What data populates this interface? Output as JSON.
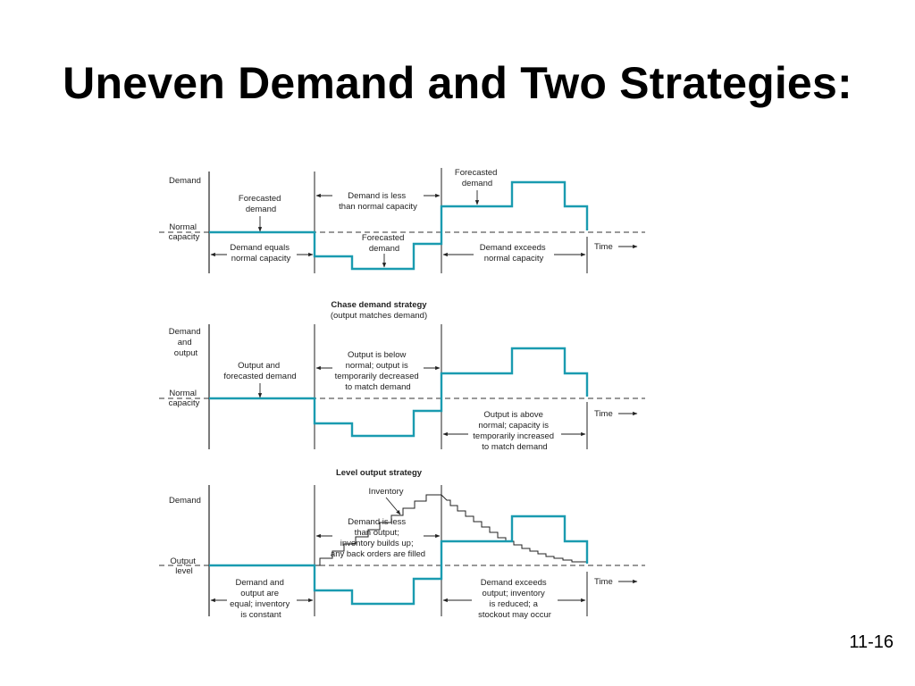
{
  "slide": {
    "title": "Uneven Demand and Two Strategies:",
    "number": "11-16",
    "accent_color": "#1a9bb0"
  },
  "panel1": {
    "y_label": [
      "Demand"
    ],
    "baseline_label": [
      "Normal",
      "capacity"
    ],
    "forecast_left": [
      "Forecasted",
      "demand"
    ],
    "forecast_mid": [
      "Forecasted",
      "demand"
    ],
    "forecast_right": [
      "Forecasted",
      "demand"
    ],
    "less_label": [
      "Demand is less",
      "than normal capacity"
    ],
    "equal_label": [
      "Demand equals",
      "normal capacity"
    ],
    "exceeds_label": [
      "Demand exceeds",
      "normal capacity"
    ],
    "time_label": "Time"
  },
  "panel2": {
    "heading": "Chase demand strategy",
    "subheading": "(output matches demand)",
    "y_label": [
      "Demand",
      "and",
      "output"
    ],
    "baseline_label": [
      "Normal",
      "capacity"
    ],
    "left_label": [
      "Output and",
      "forecasted demand"
    ],
    "below_label": [
      "Output is below",
      "normal; output is",
      "temporarily decreased",
      "to match demand"
    ],
    "above_label": [
      "Output is above",
      "normal; capacity is",
      "temporarily increased",
      "to match demand"
    ],
    "time_label": "Time"
  },
  "panel3": {
    "heading": "Level output strategy",
    "y_label": [
      "Demand"
    ],
    "baseline_label": [
      "Output",
      "level"
    ],
    "inventory_label": "Inventory",
    "less_label": [
      "Demand is less",
      "than output;",
      "inventory builds up;",
      "any back orders are filled"
    ],
    "equal_label": [
      "Demand and",
      "output are",
      "equal; inventory",
      "is constant"
    ],
    "exceeds_label": [
      "Demand exceeds",
      "output; inventory",
      "is reduced; a",
      "stockout may occur"
    ],
    "time_label": "Time"
  }
}
